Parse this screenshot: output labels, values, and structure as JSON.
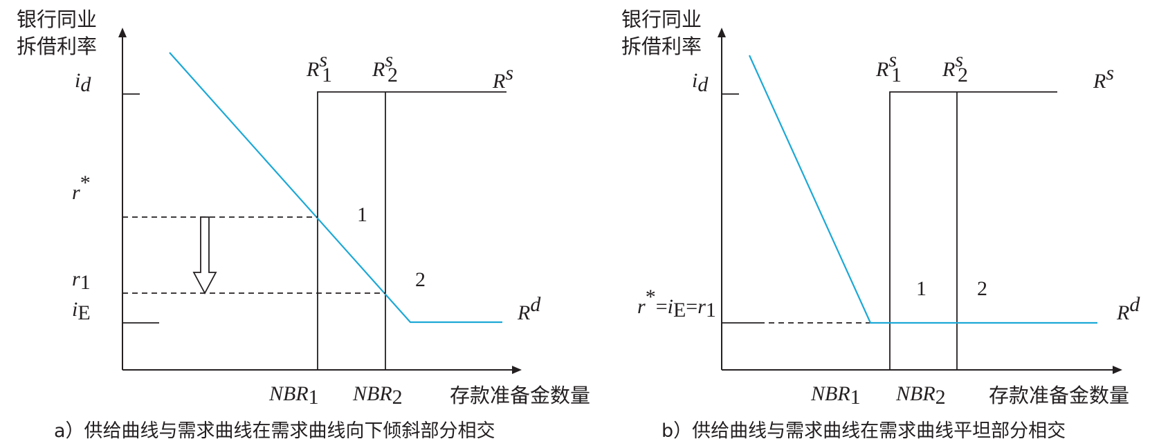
{
  "panel_a": {
    "y_axis_label_line1": "银行同业",
    "y_axis_label_line2": "拆借利率",
    "x_axis_label": "存款准备金数量",
    "ytick_id": "i",
    "ytick_id_sub": "d",
    "ytick_rstar": "r",
    "ytick_rstar_sup": "*",
    "ytick_r1": "r",
    "ytick_r1_sub": "1",
    "ytick_iE": "i",
    "ytick_iE_sub": "E",
    "label_R1s": "R",
    "label_R1s_sup": "s",
    "label_R1s_sub": "1",
    "label_R2s": "R",
    "label_R2s_sup": "s",
    "label_R2s_sub": "2",
    "label_Rs": "R",
    "label_Rs_sup": "s",
    "label_Rd": "R",
    "label_Rd_sup": "d",
    "xtick_NBR1": "NBR",
    "xtick_NBR1_sub": "1",
    "xtick_NBR2": "NBR",
    "xtick_NBR2_sub": "2",
    "region_1": "1",
    "region_2": "2",
    "caption": "a）供给曲线与需求曲线在需求曲线向下倾斜部分相交"
  },
  "panel_b": {
    "y_axis_label_line1": "银行同业",
    "y_axis_label_line2": "拆借利率",
    "x_axis_label": "存款准备金数量",
    "ytick_id": "i",
    "ytick_id_sub": "d",
    "ytick_eq_r": "r",
    "ytick_eq_star": "*",
    "ytick_eq_eq1": "=",
    "ytick_eq_i": "i",
    "ytick_eq_E": "E",
    "ytick_eq_eq2": "=",
    "ytick_eq_r2": "r",
    "ytick_eq_1": "1",
    "label_R1s": "R",
    "label_R1s_sup": "s",
    "label_R1s_sub": "1",
    "label_R2s": "R",
    "label_R2s_sup": "s",
    "label_R2s_sub": "2",
    "label_Rs": "R",
    "label_Rs_sup": "s",
    "label_Rd": "R",
    "label_Rd_sup": "d",
    "xtick_NBR1": "NBR",
    "xtick_NBR1_sub": "1",
    "xtick_NBR2": "NBR",
    "xtick_NBR2_sub": "2",
    "region_1": "1",
    "region_2": "2",
    "caption": "b）供给曲线与需求曲线在需求曲线平坦部分相交"
  },
  "colors": {
    "demand_curve": "#1ba8d6",
    "ink": "#231f20"
  }
}
